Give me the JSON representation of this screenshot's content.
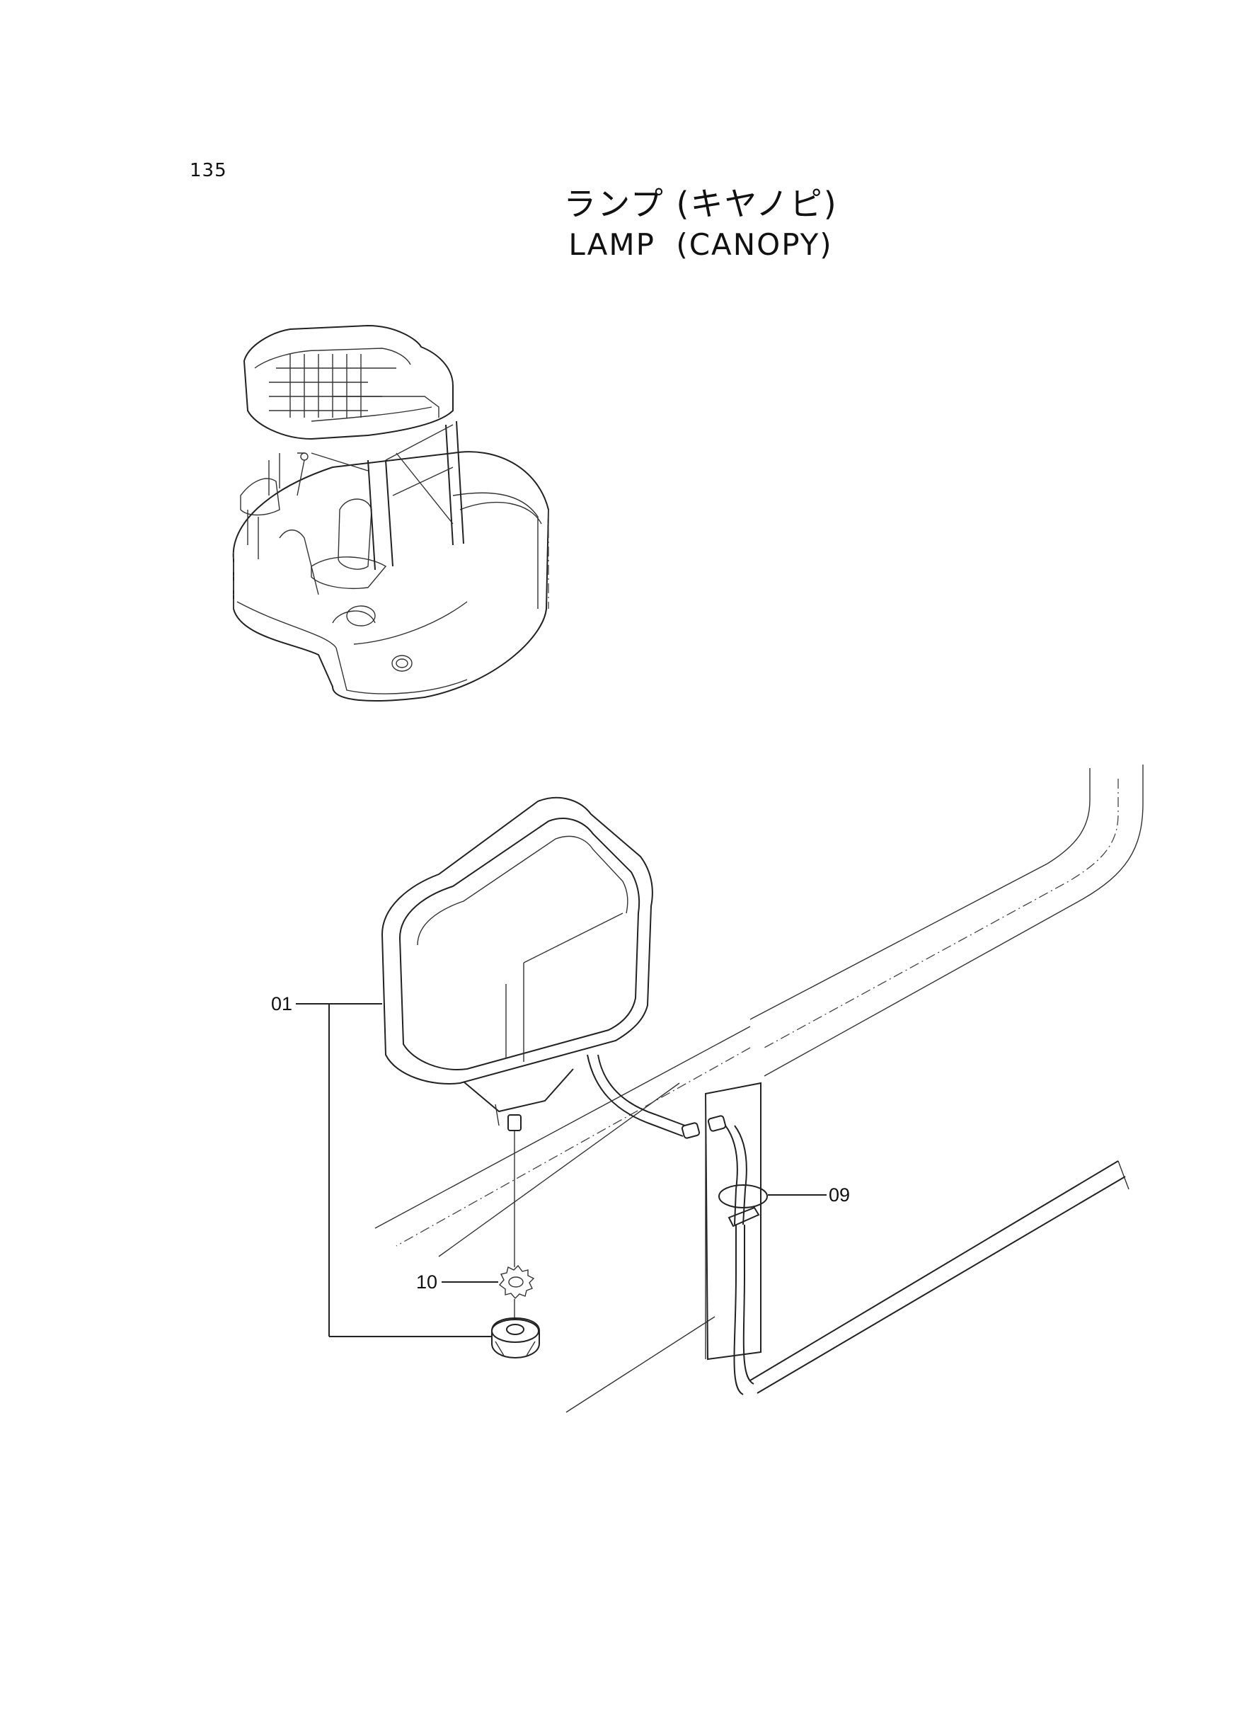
{
  "page": {
    "number": "135",
    "title_jp": "ランプ (キヤノピ)",
    "title_en": "LAMP  (CANOPY)"
  },
  "callouts": {
    "lamp": "01",
    "tie": "09",
    "washer": "10"
  }
}
